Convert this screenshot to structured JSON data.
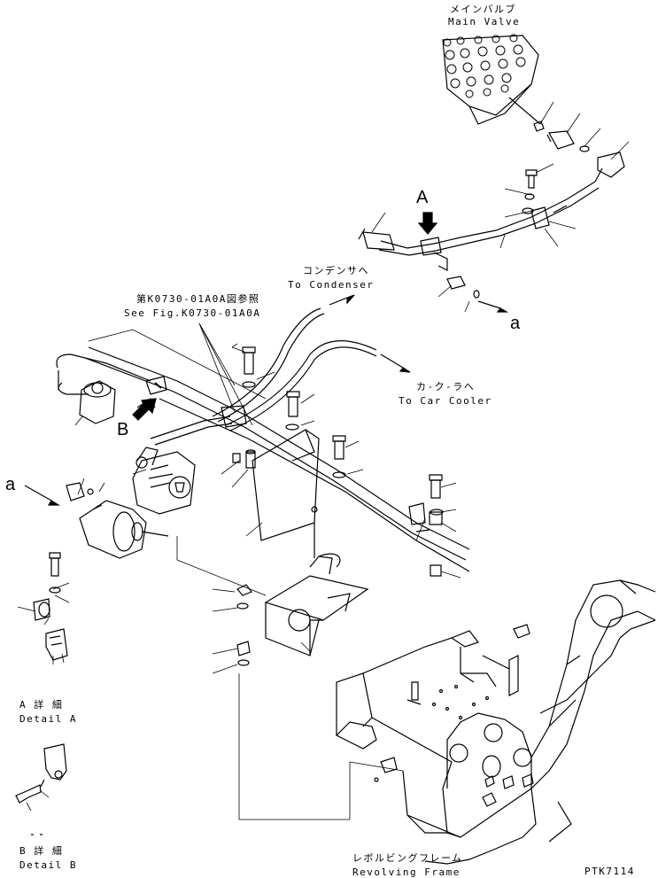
{
  "labels": {
    "main_valve_jp": "メインバルブ",
    "main_valve_en": "Main Valve",
    "condenser_jp": "コンデンサへ",
    "condenser_en": "To Condenser",
    "fig_ref_jp": "第K0730-01A0A図参照",
    "fig_ref_en": "See Fig.K0730-01A0A",
    "car_cooler_jp": "カ-ク-ラへ",
    "car_cooler_en": "To Car Cooler",
    "detail_a_jp": "A 詳 細",
    "detail_a_en": "Detail A",
    "detail_b_jp": "B 詳 細",
    "detail_b_en": "Detail B",
    "revolving_frame_jp": "レボルビングフレーム",
    "revolving_frame_en": "Revolving Frame",
    "drawing_no": "PTK7114",
    "view_a": "A",
    "view_b": "B",
    "conn_a_right": "a",
    "conn_a_left": "a"
  }
}
